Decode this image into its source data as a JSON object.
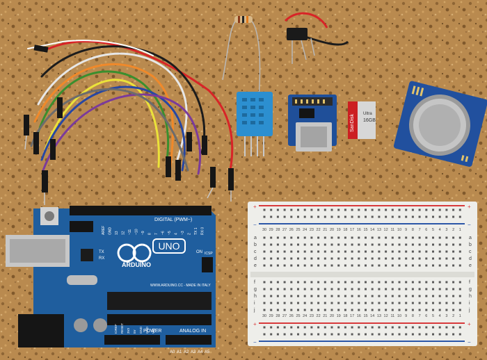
{
  "arduino": {
    "brand": "ARDUINO",
    "model": "UNO",
    "digital_label": "DIGITAL (PWM~)",
    "on_label": "ON",
    "tx_label": "TX",
    "rx_label": "RX",
    "website": "WWW.ARDUINO.CC - MADE IN ITALY",
    "power_label": "POWER",
    "analog_label": "ANALOG IN",
    "icsp_label": "ICSP",
    "analog_pins": [
      "A0",
      "A1",
      "A2",
      "A3",
      "A4",
      "A5"
    ],
    "digital_pins": [
      "AREF",
      "GND",
      "13",
      "12",
      "~11",
      "~10",
      "~9",
      "8",
      "7",
      "~6",
      "~5",
      "4",
      "~3",
      "2",
      "TX 1",
      "RX 0"
    ],
    "power_pins": [
      "IOREF",
      "RESET",
      "3V3",
      "5V",
      "GND",
      "GND",
      "VIN"
    ]
  },
  "sd_card": {
    "brand": "SanDisk",
    "series": "Ultra",
    "capacity": "16GB"
  },
  "breadboard": {
    "column_numbers_top": [
      "30",
      "29",
      "28",
      "27",
      "26",
      "25",
      "24",
      "23",
      "22",
      "21",
      "20",
      "19",
      "18",
      "17",
      "16",
      "15",
      "14",
      "13",
      "12",
      "11",
      "10",
      "9",
      "8",
      "7",
      "6",
      "5",
      "4",
      "3",
      "2",
      "1"
    ],
    "row_letters_top": [
      "a",
      "b",
      "c",
      "d",
      "e"
    ],
    "row_letters_bottom": [
      "f",
      "g",
      "h",
      "i",
      "j"
    ],
    "rail_plus": "+",
    "rail_minus": "−",
    "colors": {
      "rail_red": "#d8393b",
      "rail_blue": "#2b56a8",
      "body": "#eeeeea"
    }
  },
  "colors": {
    "cork": "#b98a4f",
    "arduino_board": "#1f5e9e",
    "dht_sensor": "#2c8fd0",
    "rtc_board": "#21509e"
  }
}
